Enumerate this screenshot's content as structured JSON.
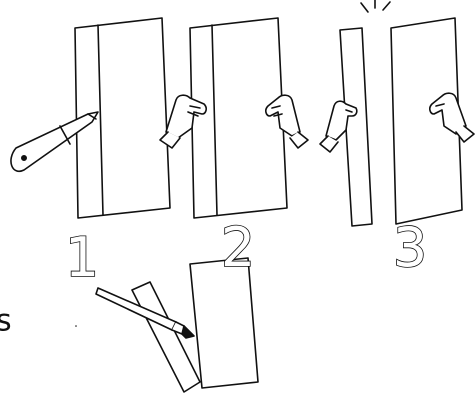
{
  "steps": [
    {
      "number": "1"
    },
    {
      "number": "2"
    },
    {
      "number": "3"
    }
  ],
  "edge_glyph": "s",
  "colors": {
    "ink": "#111111",
    "paper": "#ffffff"
  },
  "icons": [
    "score-knife-icon",
    "hand-icon",
    "brush-icon",
    "snap-burst-icon"
  ]
}
